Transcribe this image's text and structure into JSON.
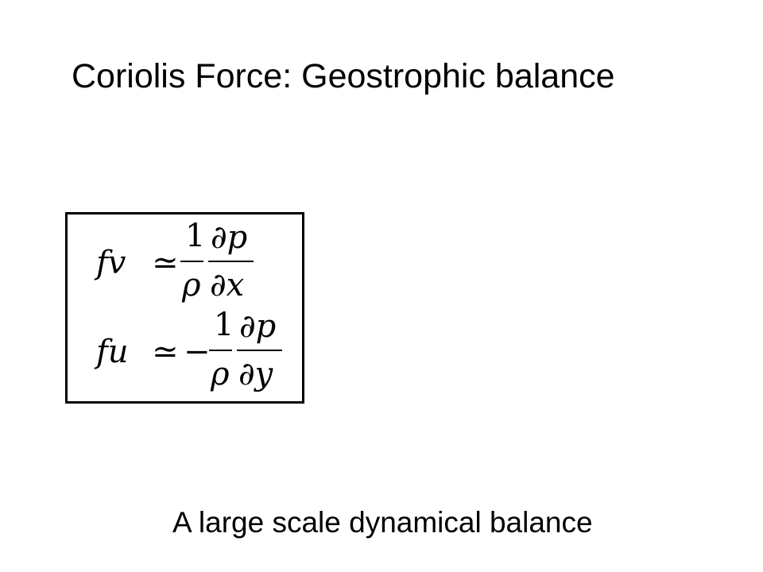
{
  "slide": {
    "title": "Coriolis Force: Geostrophic balance",
    "caption": "A large scale dynamical balance"
  },
  "equations": {
    "eq1": {
      "lhs": "fv",
      "relation": "≃",
      "sign": "",
      "coef_num": "1",
      "coef_den": "ρ",
      "deriv_num": "∂p",
      "deriv_den": "∂x"
    },
    "eq2": {
      "lhs": "fu",
      "relation": "≃",
      "sign": "−",
      "coef_num": "1",
      "coef_den": "ρ",
      "deriv_num": "∂p",
      "deriv_den": "∂y"
    }
  }
}
